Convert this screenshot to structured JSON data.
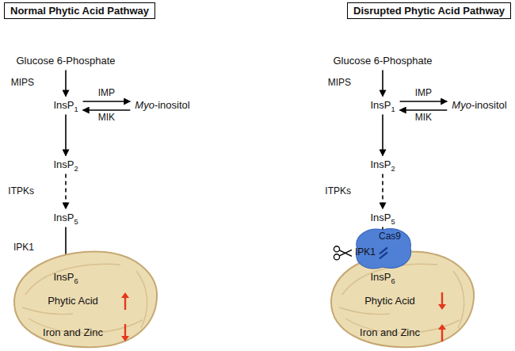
{
  "diagram": {
    "nodes": [
      {
        "text": [
          "Normal Phytic Acid Pathway"
        ]
      },
      {
        "text": [
          "Disrupted Phytic Acid Pathway"
        ]
      },
      {
        "text": [
          "Glucose 6-Phosphate"
        ]
      },
      {
        "text": [
          "InsP1"
        ]
      },
      {
        "text": [
          "Myo-inositol"
        ]
      },
      {
        "text": [
          "InsP2"
        ]
      },
      {
        "text": [
          "InsP5"
        ]
      },
      {
        "text": [
          "InsP6",
          "Phytic Acid",
          "Iron and Zinc"
        ]
      },
      {
        "text": [
          "Glucose 6-Phosphate"
        ]
      },
      {
        "text": [
          "InsP1"
        ]
      },
      {
        "text": [
          "Myo-inositol"
        ]
      },
      {
        "text": [
          "InsP2"
        ]
      },
      {
        "text": [
          "InsP5"
        ]
      },
      {
        "text": [
          "InsP6",
          "Phytic Acid",
          "Iron and Zinc"
        ]
      },
      {
        "text": [
          "Cas9"
        ]
      }
    ],
    "edges": [
      {
        "from": 2,
        "to": 3,
        "label": "MIPS",
        "arrow": "to"
      },
      {
        "from": 3,
        "to": 4,
        "label": "IMP",
        "arrow": "to"
      },
      {
        "from": 4,
        "to": 3,
        "label": "MIK",
        "arrow": "to"
      },
      {
        "from": 3,
        "to": 5,
        "arrow": "to"
      },
      {
        "from": 5,
        "to": 6,
        "label": "ITPKs",
        "arrow": "to"
      },
      {
        "from": 6,
        "to": 7,
        "label": "IPK1",
        "arrow": "to"
      },
      {
        "from": 8,
        "to": 9,
        "label": "MIPS",
        "arrow": "to"
      },
      {
        "from": 9,
        "to": 10,
        "label": "IMP",
        "arrow": "to"
      },
      {
        "from": 10,
        "to": 9,
        "label": "MIK",
        "arrow": "to"
      },
      {
        "from": 9,
        "to": 11,
        "arrow": "to"
      },
      {
        "from": 11,
        "to": 12,
        "label": "ITPKs",
        "arrow": "to"
      },
      {
        "from": 12,
        "to": 13,
        "label": "IPK1",
        "arrow": "to"
      }
    ]
  }
}
